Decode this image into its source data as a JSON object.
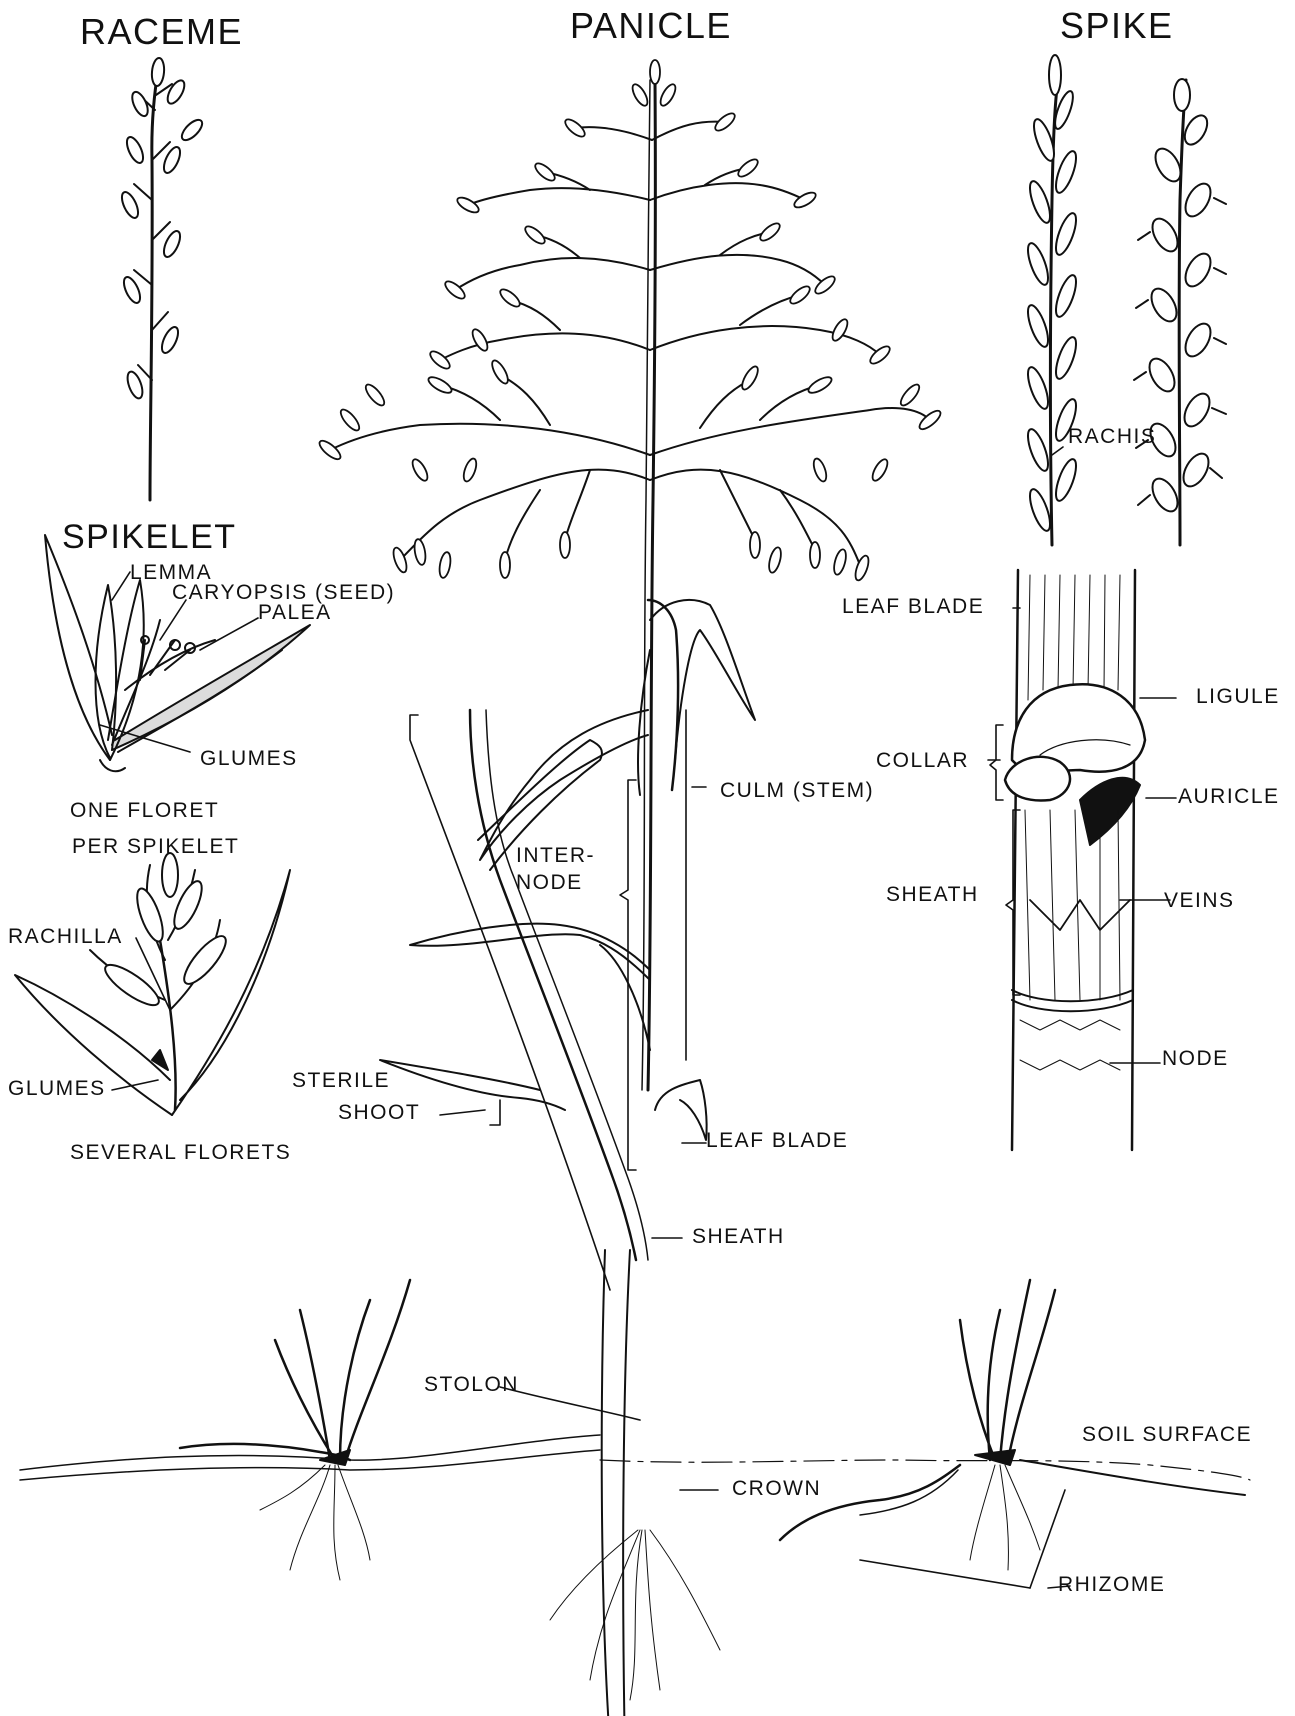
{
  "titles": {
    "raceme": "RACEME",
    "panicle": "PANICLE",
    "spike": "SPIKE",
    "spikelet": "SPIKELET"
  },
  "labels": {
    "lemma": "LEMMA",
    "caryopsis": "CARYOPSIS (SEED)",
    "palea": "PALEA",
    "glumes_top": "GLUMES",
    "one_floret_1": "ONE FLORET",
    "one_floret_2": "PER SPIKELET",
    "rachilla": "RACHILLA",
    "glumes_bottom": "GLUMES",
    "several_florets": "SEVERAL FLORETS",
    "rachis": "RACHIS",
    "leaf_blade_detail": "LEAF BLADE",
    "ligule": "LIGULE",
    "collar": "COLLAR",
    "auricle": "AURICLE",
    "sheath_detail": "SHEATH",
    "veins": "VEINS",
    "node": "NODE",
    "culm": "CULM (STEM)",
    "internode_1": "INTER-",
    "internode_2": "NODE",
    "sterile_1": "STERILE",
    "sterile_2": "SHOOT",
    "leaf_blade_main": "LEAF BLADE",
    "sheath_main": "SHEATH",
    "stolon": "STOLON",
    "soil_surface": "SOIL SURFACE",
    "crown": "CROWN",
    "rhizome": "RHIZOME"
  }
}
